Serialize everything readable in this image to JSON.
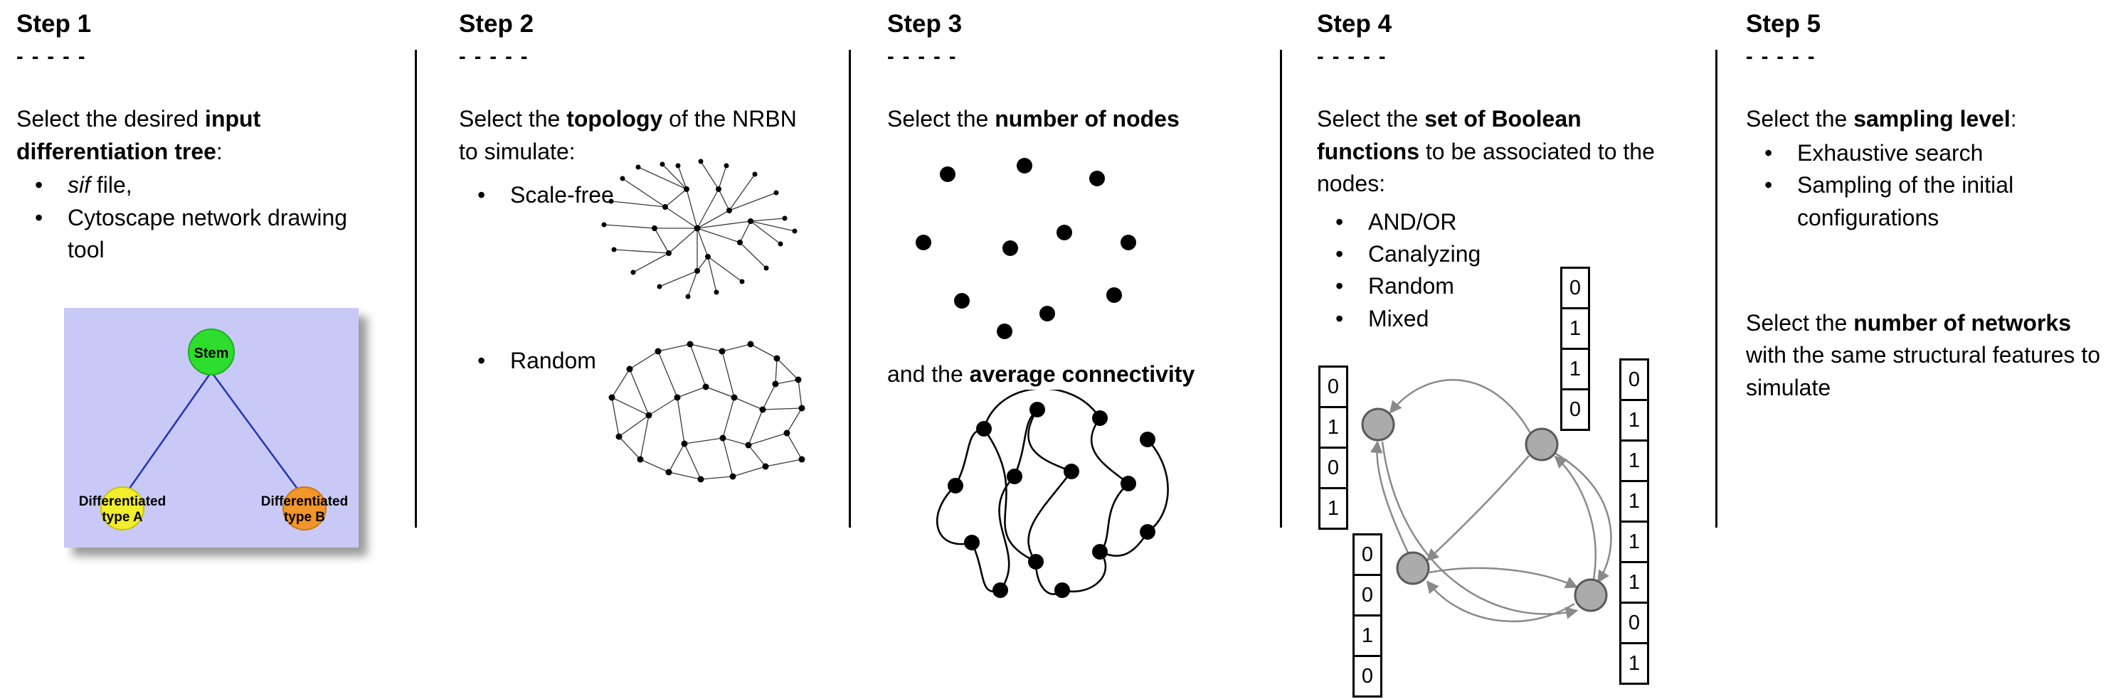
{
  "steps": [
    {
      "title": "Step 1",
      "dashes": "- - - - -",
      "intro": {
        "pre": "Select the desired ",
        "bold": "input differentiation tree",
        "post": ":"
      },
      "bullets": [
        {
          "italic": "sif",
          "rest": " file,"
        },
        {
          "text": "Cytoscape network drawing tool"
        }
      ]
    },
    {
      "title": "Step 2",
      "dashes": "- - - - -",
      "intro": {
        "pre": "Select the ",
        "bold": "topology",
        "post": " of the NRBN to simulate:"
      },
      "bullets": [
        {
          "text": "Scale-free"
        },
        {
          "text": "Random"
        }
      ]
    },
    {
      "title": "Step 3",
      "dashes": "- - - - -",
      "intro": {
        "pre": "Select the ",
        "bold": "number of nodes",
        "post": ""
      },
      "second": {
        "pre": "and the ",
        "bold": "average connectivity",
        "post": ""
      }
    },
    {
      "title": "Step 4",
      "dashes": "- - - - -",
      "intro": {
        "pre": "Select the ",
        "bold": "set of Boolean functions",
        "post": " to be associated to the nodes:"
      },
      "bullets": [
        {
          "text": "AND/OR"
        },
        {
          "text": "Canalyzing"
        },
        {
          "text": "Random"
        },
        {
          "text": "Mixed"
        }
      ]
    },
    {
      "title": "Step 5",
      "dashes": "- - - - -",
      "intro": {
        "pre": "Select the ",
        "bold": "sampling level",
        "post": ":"
      },
      "bullets": [
        {
          "text": "Exhaustive search"
        },
        {
          "text": "Sampling of the initial configurations"
        }
      ],
      "second": {
        "pre": "Select the ",
        "bold": "number of networks",
        "post": " with the same structural features to simulate"
      }
    }
  ],
  "tree_figure": {
    "stem_label": "Stem",
    "type_a": [
      "Differentiated",
      "type A"
    ],
    "type_b": [
      "Differentiated",
      "type B"
    ],
    "colors": {
      "background": "#c9c9f7",
      "stem": "#2ede2e",
      "type_a": "#f2ee2e",
      "type_b": "#f2962b",
      "edge": "#2233bb"
    }
  },
  "boolean_tables": {
    "left": [
      "0",
      "1",
      "0",
      "1"
    ],
    "top": [
      "0",
      "1",
      "1",
      "0"
    ],
    "bottom_left": [
      "0",
      "0",
      "1",
      "0"
    ],
    "right": [
      "0",
      "1",
      "1",
      "1",
      "1",
      "1",
      "0",
      "1"
    ]
  },
  "figure_colors": {
    "boolean_node_fill": "#ababab",
    "boolean_node_stroke": "#5a5a5a",
    "boolean_edge": "#8a8a8a",
    "network_dot": "#000000"
  }
}
